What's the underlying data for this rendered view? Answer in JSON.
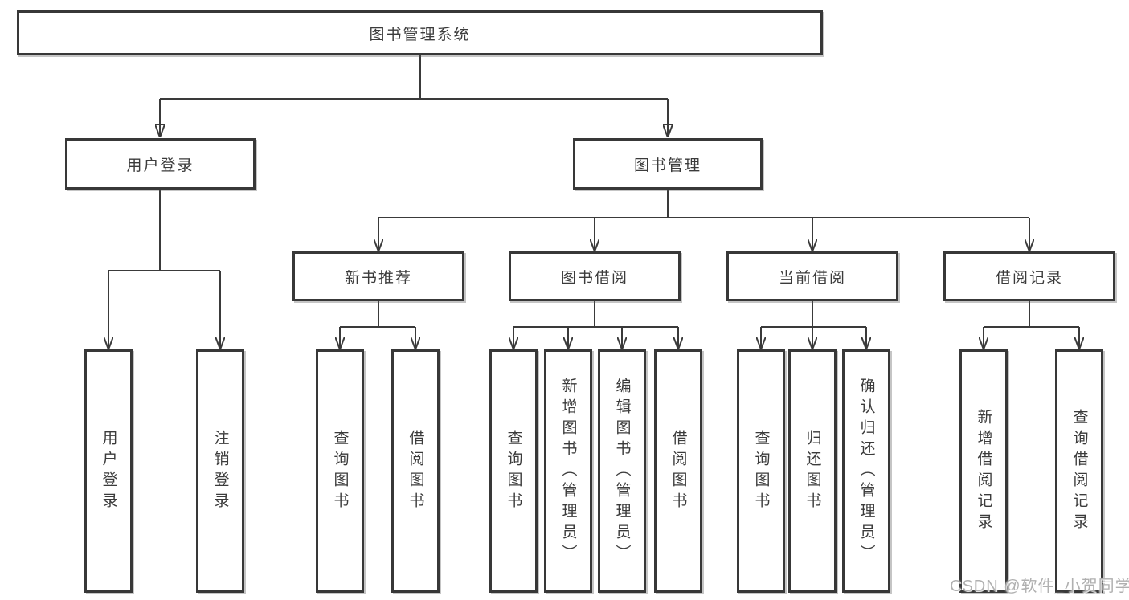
{
  "diagram": {
    "root": {
      "label": "图书管理系统"
    },
    "branches": [
      {
        "label": "用户登录",
        "children": [
          {
            "label": "用户登录"
          },
          {
            "label": "注销登录"
          }
        ]
      },
      {
        "label": "图书管理",
        "children": [
          {
            "label": "新书推荐",
            "children": [
              {
                "label": "查询图书"
              },
              {
                "label": "借阅图书"
              }
            ]
          },
          {
            "label": "图书借阅",
            "children": [
              {
                "label": "查询图书"
              },
              {
                "label": "新增图书（管理员）"
              },
              {
                "label": "编辑图书（管理员）"
              },
              {
                "label": "借阅图书"
              }
            ]
          },
          {
            "label": "当前借阅",
            "children": [
              {
                "label": "查询图书"
              },
              {
                "label": "归还图书"
              },
              {
                "label": "确认归还（管理员）"
              }
            ]
          },
          {
            "label": "借阅记录",
            "children": [
              {
                "label": "新增借阅记录"
              },
              {
                "label": "查询借阅记录"
              }
            ]
          }
        ]
      }
    ]
  },
  "watermark": {
    "text": "CSDN @软件_小贺同学"
  },
  "colors": {
    "line": "#3a3a3a",
    "box_border": "#383838",
    "text": "#3b3b3b",
    "background": "#ffffff",
    "watermark": "#b0b0b0"
  }
}
